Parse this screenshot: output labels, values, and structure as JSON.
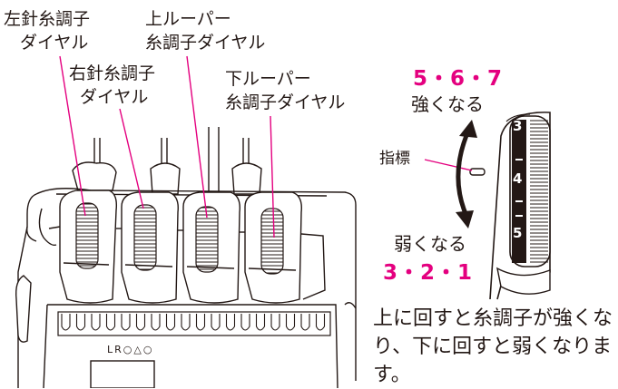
{
  "labels": {
    "left_needle_line1": "左針糸調子",
    "left_needle_line2": "ダイヤル",
    "right_needle_line1": "右針糸調子",
    "right_needle_line2": "ダイヤル",
    "upper_looper_line1": "上ルーパー",
    "upper_looper_line2": "糸調子ダイヤル",
    "lower_looper_line1": "下ルーパー",
    "lower_looper_line2": "糸調子ダイヤル"
  },
  "direction": {
    "up_numbers": "5・6・7",
    "up_text": "強くなる",
    "down_text": "弱くなる",
    "down_numbers": "3・2・1",
    "indicator": "指標"
  },
  "dial_numbers": [
    "3",
    "4",
    "5"
  ],
  "machine_letters": "LR○△○",
  "caption": "上に回すと糸調子が強くなり、下に回すと弱くなります。",
  "colors": {
    "accent": "#e4007f",
    "line": "#231815"
  }
}
